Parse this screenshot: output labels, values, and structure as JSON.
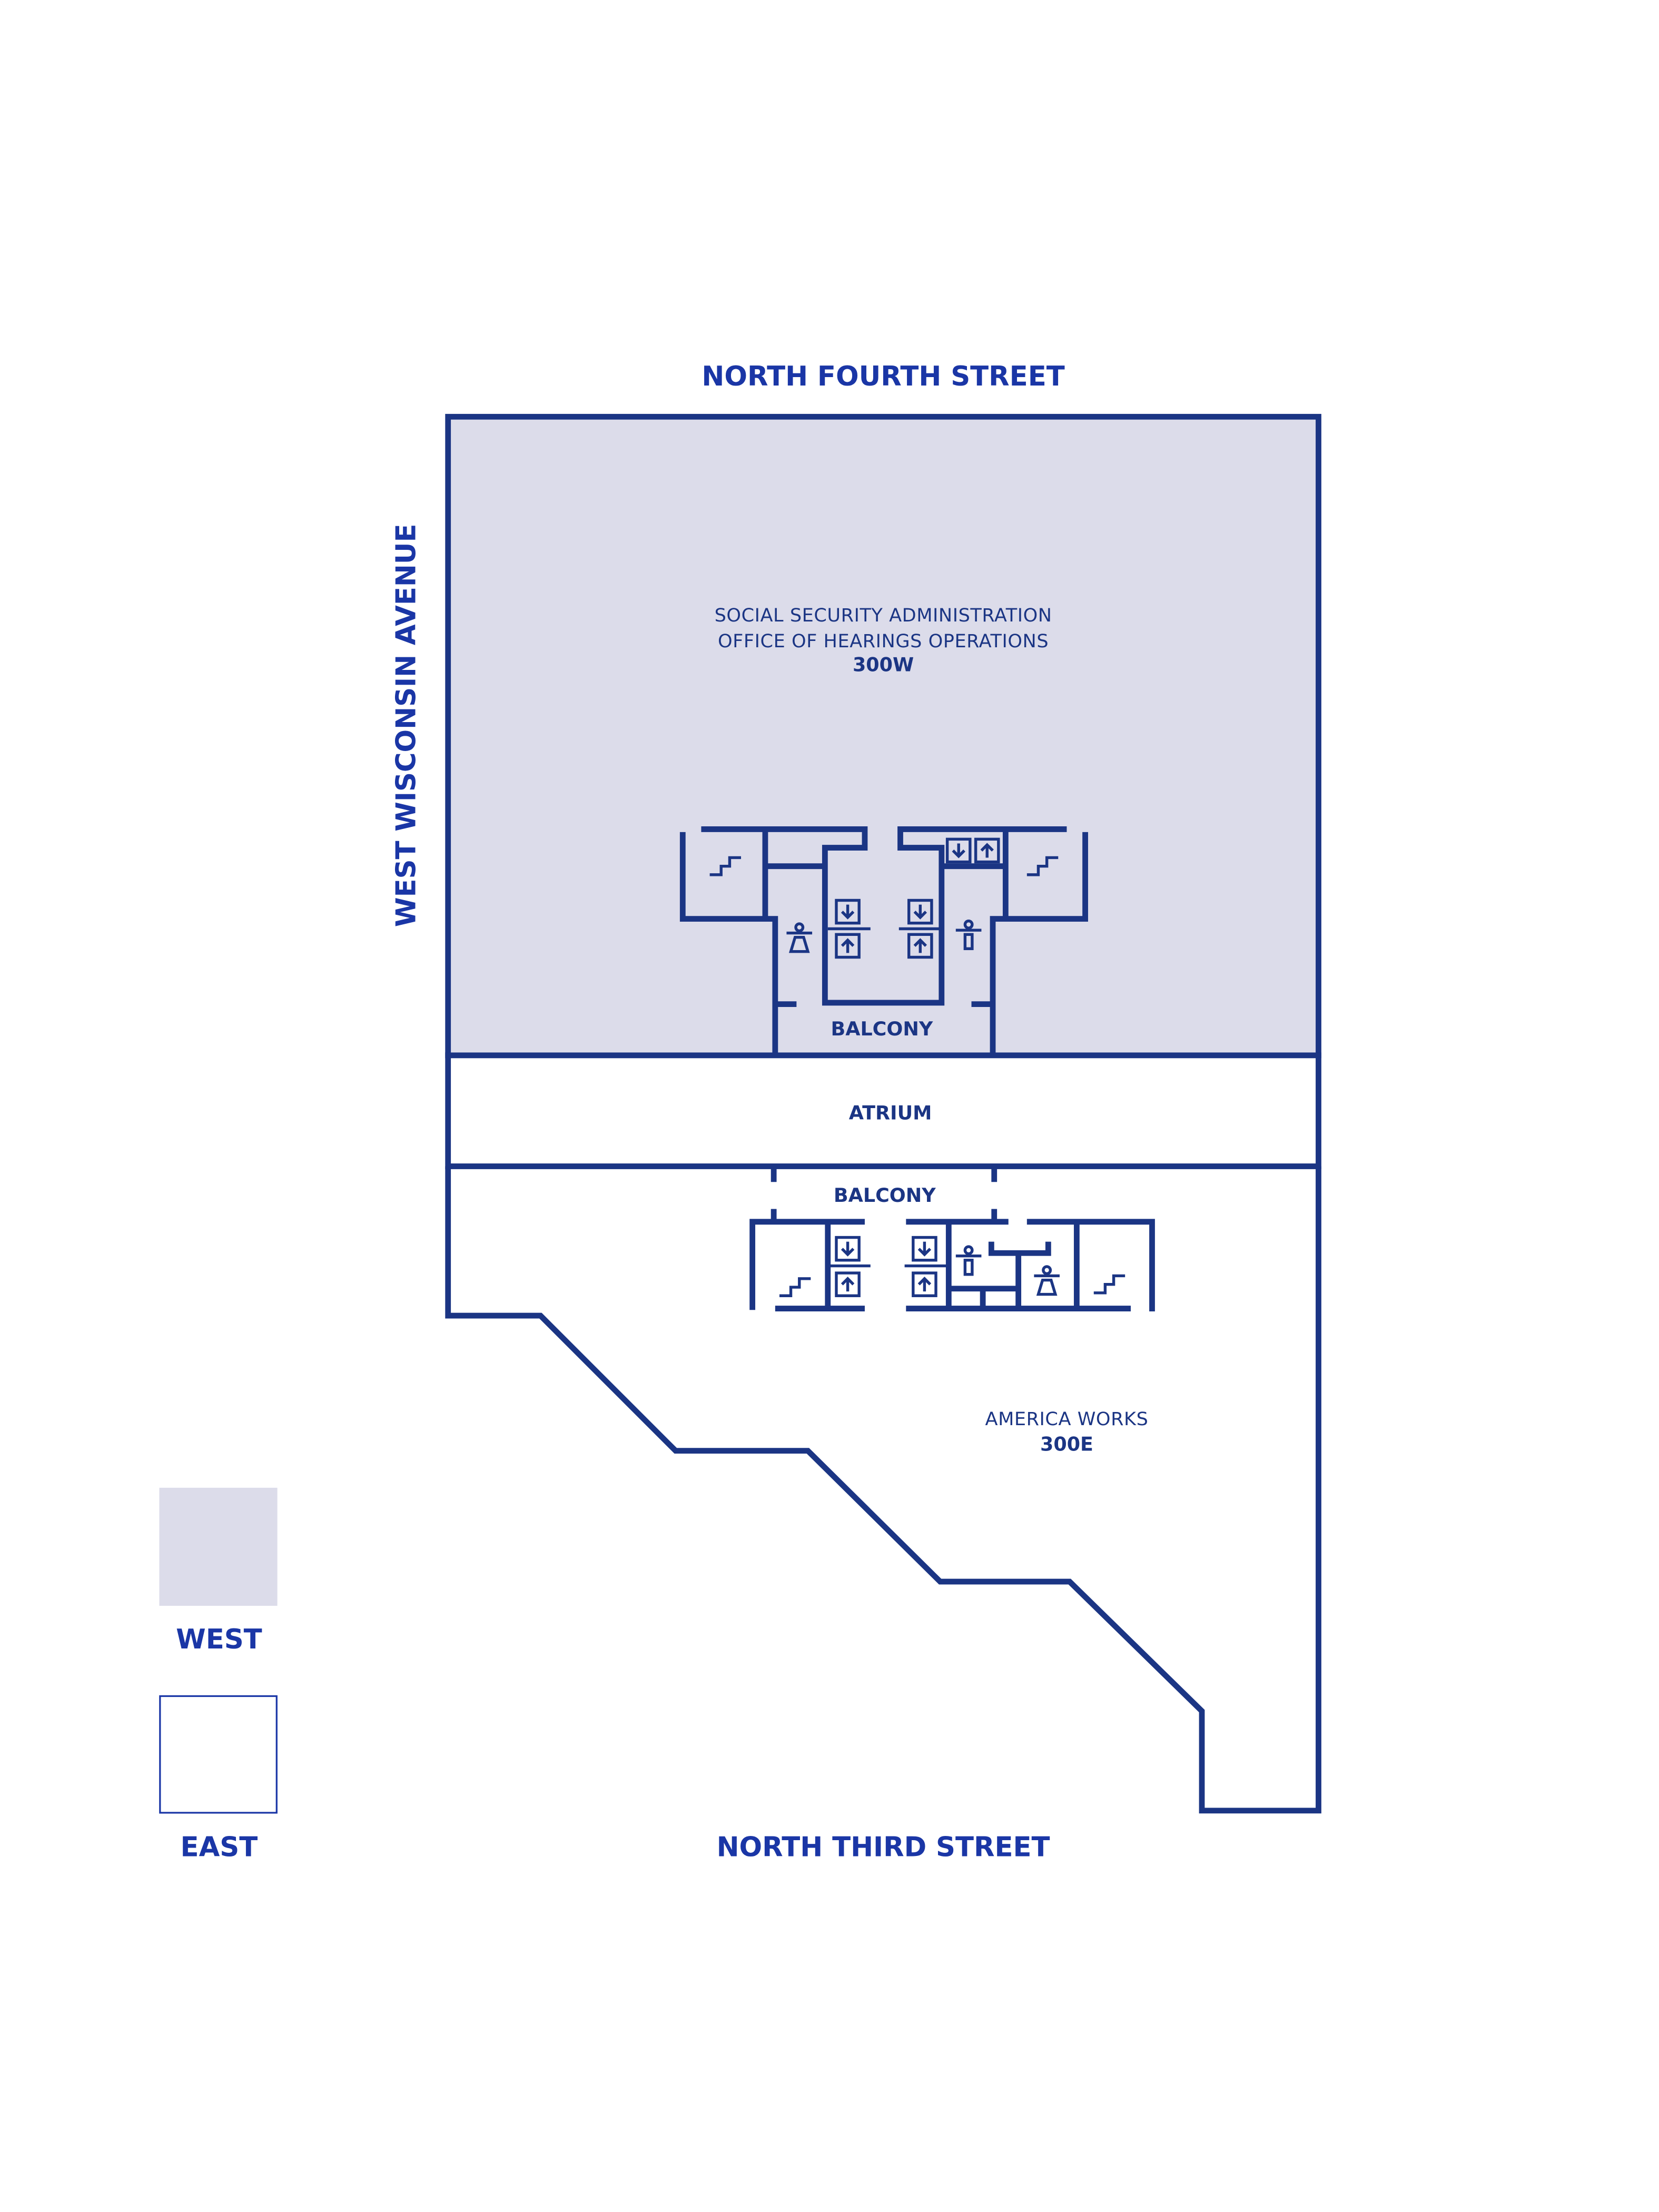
{
  "streets": {
    "north": "NORTH FOURTH STREET",
    "south": "NORTH THIRD STREET",
    "west": "WEST WISCONSIN AVENUE"
  },
  "west_tenant": {
    "line1": "SOCIAL SECURITY ADMINISTRATION",
    "line2": "OFFICE OF HEARINGS OPERATIONS",
    "suite": "300W"
  },
  "east_tenant": {
    "name": "AMERICA WORKS",
    "suite": "300E"
  },
  "areas": {
    "balcony_west": "BALCONY",
    "atrium": "ATRIUM",
    "balcony_east": "BALCONY"
  },
  "legend": {
    "west": "WEST",
    "east": "EAST"
  },
  "colors": {
    "wall": "#1b3584",
    "west_fill": "#dcdcea",
    "text": "#1a36a6"
  }
}
